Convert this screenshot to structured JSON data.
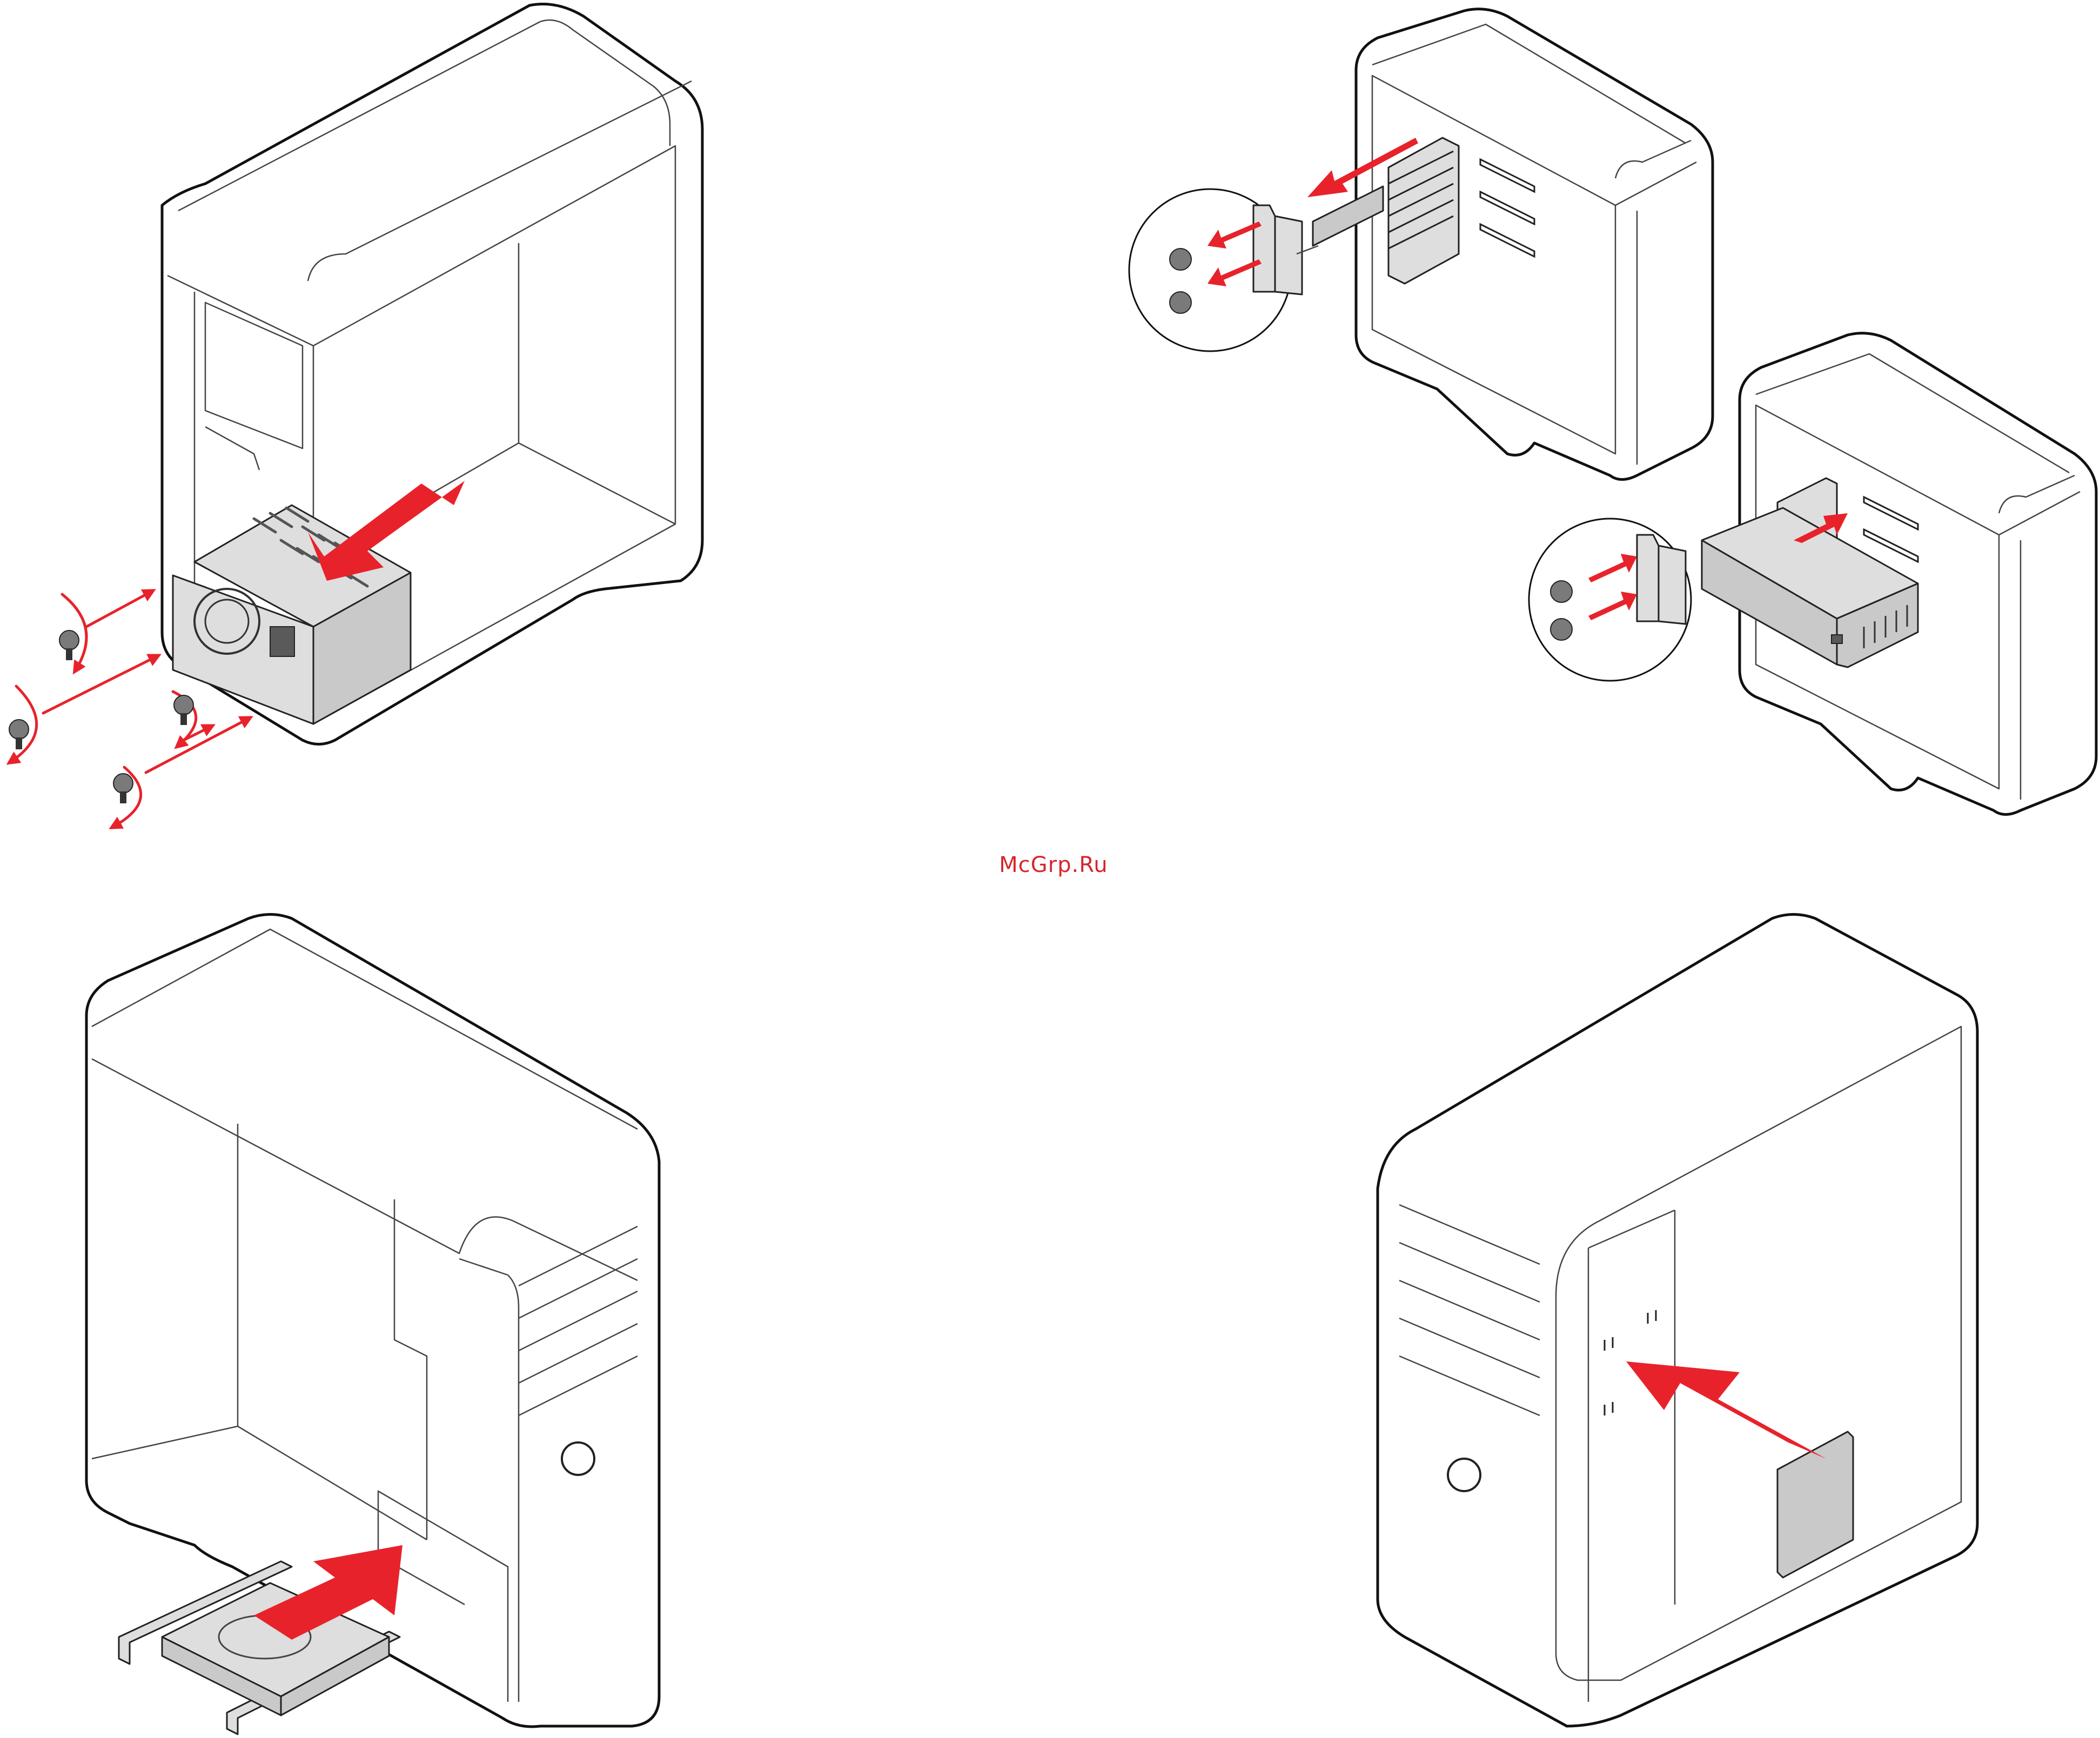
{
  "watermark": {
    "text": "McGrp.Ru",
    "color": "#d6252d"
  },
  "colors": {
    "arrow": "#e8222b",
    "outline": "#111111",
    "component": "#c9c9c9"
  },
  "panels": [
    {
      "step": "power-supply",
      "icons": [
        "computer-case",
        "power-supply-unit",
        "screw-icon",
        "rotate-arrow-icon"
      ]
    },
    {
      "step": "expansion-card-remove",
      "icons": [
        "computer-case",
        "expansion-card",
        "bracket-screw-icon"
      ]
    },
    {
      "step": "expansion-card-install",
      "icons": [
        "computer-case",
        "graphics-card",
        "bracket-screw-icon"
      ]
    },
    {
      "step": "hard-drive-install",
      "icons": [
        "computer-case",
        "hard-drive",
        "drive-tray"
      ]
    },
    {
      "step": "side-panel-install",
      "icons": [
        "computer-case",
        "side-panel",
        "mounting-hooks"
      ]
    }
  ]
}
